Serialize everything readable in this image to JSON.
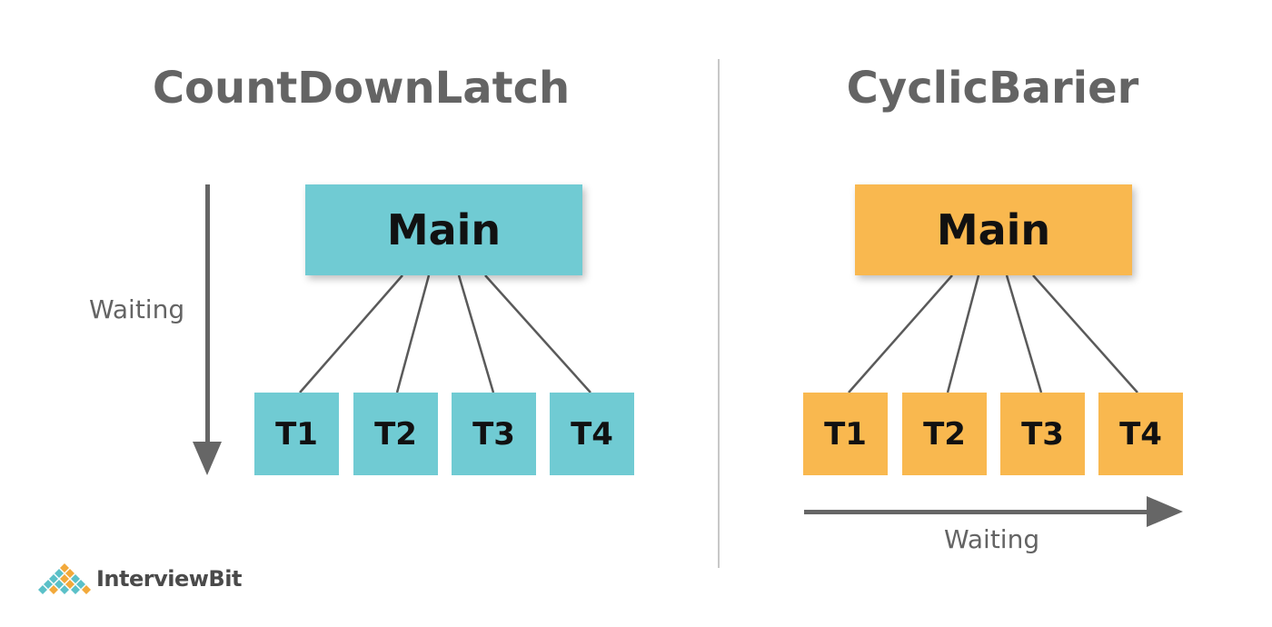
{
  "colors": {
    "latch_fill": "#70cbd3",
    "barrier_fill": "#f9b84f",
    "title_text": "#646464",
    "line": "#5a5a5a",
    "arrow": "#666666"
  },
  "left": {
    "title": "CountDownLatch",
    "main_label": "Main",
    "threads": [
      "T1",
      "T2",
      "T3",
      "T4"
    ],
    "waiting_label": "Waiting",
    "arrow_direction": "down"
  },
  "right": {
    "title": "CyclicBarier",
    "main_label": "Main",
    "threads": [
      "T1",
      "T2",
      "T3",
      "T4"
    ],
    "waiting_label": "Waiting",
    "arrow_direction": "right"
  },
  "logo": {
    "text": "InterviewBit",
    "icon": "interviewbit-logo-icon"
  }
}
